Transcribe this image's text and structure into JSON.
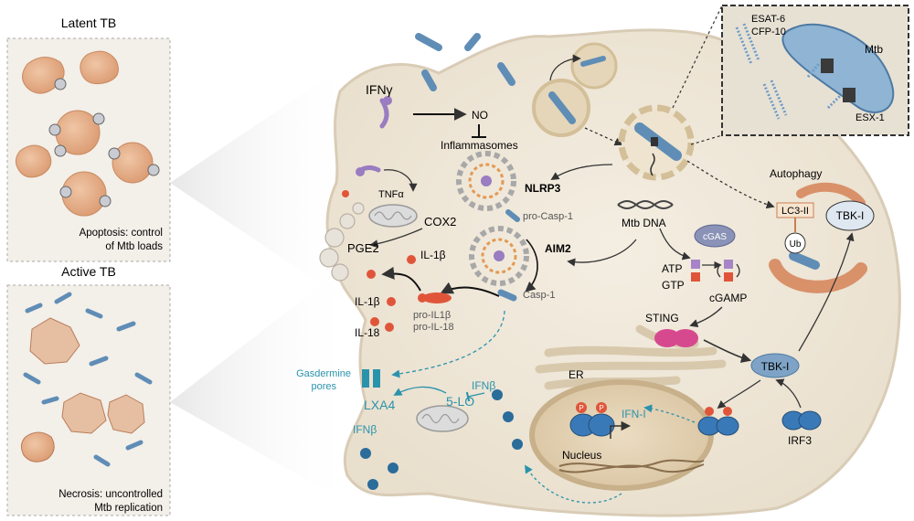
{
  "panels": {
    "latent": {
      "title": "Latent TB",
      "caption_line1": "Apoptosis: control",
      "caption_line2": "of Mtb loads"
    },
    "active": {
      "title": "Active TB",
      "caption_line1": "Necrosis: uncontrolled",
      "caption_line2": "Mtb replication"
    }
  },
  "inset": {
    "esat6": "ESAT-6",
    "cfp10": "CFP-10",
    "mtb": "Mtb",
    "esx1": "ESX-1"
  },
  "labels": {
    "ifng": "IFNγ",
    "no": "NO",
    "inflammasomes": "Inflammasomes",
    "tnfa": "TNFα",
    "cox2": "COX2",
    "pge2": "PGE2",
    "il1b_upper": "IL-1β",
    "il1b_lower": "IL-1β",
    "il18": "IL-18",
    "pro_il1b": "pro-IL1β",
    "pro_il18": "pro-IL-18",
    "nlrp3": "NLRP3",
    "pro_casp1": "pro-Casp-1",
    "aim2": "AIM2",
    "casp1": "Casp-1",
    "mtb_dna": "Mtb DNA",
    "cgas": "cGAS",
    "atp": "ATP",
    "gtp": "GTP",
    "cgamp": "cGAMP",
    "sting": "STING",
    "tbk1_lower": "TBK-I",
    "tbk1_upper": "TBK-I",
    "irf3": "IRF3",
    "autophagy": "Autophagy",
    "lc3": "LC3-II",
    "ub": "Ub",
    "er": "ER",
    "nucleus": "Nucleus",
    "ifn1": "IFN-I",
    "p": "P",
    "gasdermine_1": "Gasdermine",
    "gasdermine_2": "pores",
    "lxa4": "LXA4",
    "five_lo": "5-LO",
    "ifnb_upper": "IFNβ",
    "ifnb_lower": "IFNβ"
  },
  "colors": {
    "cell": "#efe7d9",
    "cell_edge": "#d9ccb6",
    "bacteria": "#8fb4d4",
    "bacteria_dark": "#5f8db6",
    "teal": "#2a93ac",
    "red": "#e0553a",
    "panel_bg": "#f2eee8",
    "host_cell": "#e2a982"
  }
}
